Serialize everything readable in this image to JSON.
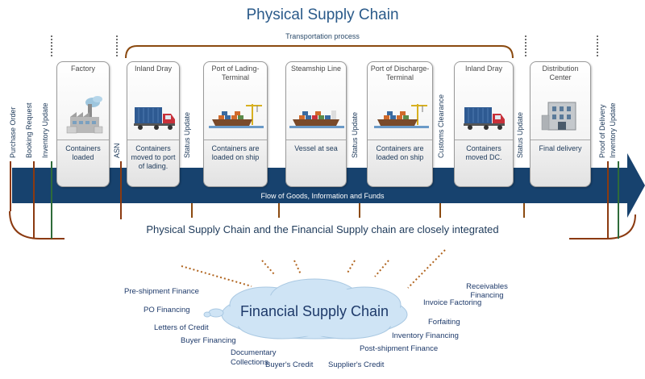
{
  "title": "Physical Supply Chain",
  "transportation_label": "Transportation process",
  "vertical_labels": {
    "purchase_order": "Purchase Order",
    "booking_request": "Booking Request",
    "inventory_update_left": "Inventory Update",
    "asn": "ASN",
    "status_update_1": "Status Update",
    "status_update_2": "Status Update",
    "customs_clearance": "Customs Clearance",
    "status_update_3": "Status Update",
    "proof_of_delivery": "Proof of Delivery",
    "inventory_update_right": "Inventory Update"
  },
  "stages": [
    {
      "label": "Factory",
      "desc": "Containers loaded",
      "icon": "factory-icon"
    },
    {
      "label": "Inland Dray",
      "desc": "Containers moved to port of lading.",
      "icon": "truck-icon"
    },
    {
      "label": "Port of Lading-Terminal",
      "desc": "Containers are loaded on ship",
      "icon": "ship-crane-icon"
    },
    {
      "label": "Steamship Line",
      "desc": "Vessel at sea",
      "icon": "ship-icon"
    },
    {
      "label": "Port of Discharge-Terminal",
      "desc": "Containers are loaded on ship",
      "icon": "ship-crane-icon"
    },
    {
      "label": "Inland Dray",
      "desc": "Containers moved DC.",
      "icon": "truck-icon"
    },
    {
      "label": "Distribution Center",
      "desc": "Final delivery",
      "icon": "warehouse-icon"
    }
  ],
  "flow_label": "Flow of Goods, Information and Funds",
  "integration_text": "Physical Supply Chain and the Financial Supply chain are closely integrated",
  "financial_title": "Financial Supply Chain",
  "financing_terms": {
    "pre_shipment": "Pre-shipment Finance",
    "po_financing": "PO Financing",
    "letters_of_credit": "Letters of Credit",
    "buyer_financing": "Buyer Financing",
    "documentary_collections": "Documentary Collections",
    "buyers_credit": "Buyer's Credit",
    "suppliers_credit": "Supplier's Credit",
    "post_shipment": "Post-shipment Finance",
    "inventory_financing": "Inventory Financing",
    "forfaiting": "Forfaiting",
    "invoice_factoring": "Invoice Factoring",
    "receivables_financing": "Receivables Financing"
  },
  "colors": {
    "arrow": "#17426e",
    "vline": "#8b3a10",
    "vline_green": "#2e6b3a",
    "title": "#2a5a8a",
    "text": "#1e3a5a",
    "cloud": "#cfe4f5"
  }
}
